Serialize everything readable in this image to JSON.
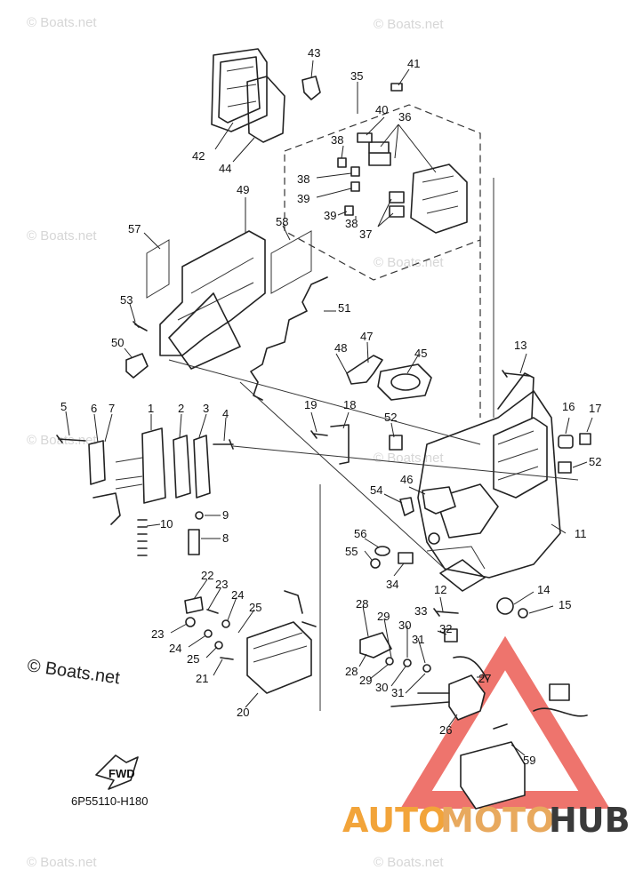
{
  "watermark_text": "© Boats.net",
  "credit_text": "© Boats.net",
  "diagram_code": "6P55110-H180",
  "fwd_label": "FWD",
  "brand": {
    "part1": "AUTO",
    "part2": "MOTO",
    "part3": "HUB",
    "color_part1": "#f2a43a",
    "color_part2": "#e8a95e",
    "color_part3": "#3a3a3a",
    "triangle_color": "#e8453c"
  },
  "callouts": {
    "c1": "1",
    "c2": "2",
    "c3": "3",
    "c4": "4",
    "c5": "5",
    "c6": "6",
    "c7": "7",
    "c8": "8",
    "c9": "9",
    "c10": "10",
    "c11": "11",
    "c12": "12",
    "c13": "13",
    "c14": "14",
    "c15": "15",
    "c16": "16",
    "c17": "17",
    "c18": "18",
    "c19": "19",
    "c20": "20",
    "c21": "21",
    "c22": "22",
    "c23a": "23",
    "c23b": "23",
    "c24a": "24",
    "c24b": "24",
    "c25a": "25",
    "c25b": "25",
    "c26": "26",
    "c27": "27",
    "c28a": "28",
    "c28b": "28",
    "c29a": "29",
    "c29b": "29",
    "c30a": "30",
    "c30b": "30",
    "c31a": "31",
    "c31b": "31",
    "c32": "32",
    "c33": "33",
    "c34": "34",
    "c35": "35",
    "c36": "36",
    "c37": "37",
    "c38a": "38",
    "c38b": "38",
    "c38c": "38",
    "c39a": "39",
    "c39b": "39",
    "c40": "40",
    "c41": "41",
    "c42": "42",
    "c43": "43",
    "c44": "44",
    "c45": "45",
    "c46": "46",
    "c47": "47",
    "c48": "48",
    "c49": "49",
    "c50": "50",
    "c51": "51",
    "c52a": "52",
    "c52b": "52",
    "c53": "53",
    "c54": "54",
    "c55": "55",
    "c56": "56",
    "c57": "57",
    "c58": "58",
    "c59": "59"
  }
}
